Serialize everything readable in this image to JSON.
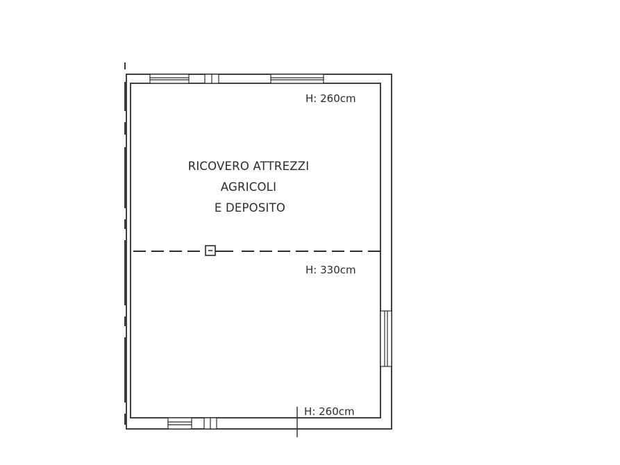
{
  "room": {
    "name_lines": [
      "RICOVERO ATTREZZI",
      "AGRICOLI",
      "E DEPOSITO"
    ]
  },
  "heights": {
    "top": "H: 260cm",
    "middle": "H: 330cm",
    "bottom": "H: 260cm"
  },
  "colors": {
    "ink": "#2b2b2b",
    "background": "#ffffff"
  }
}
